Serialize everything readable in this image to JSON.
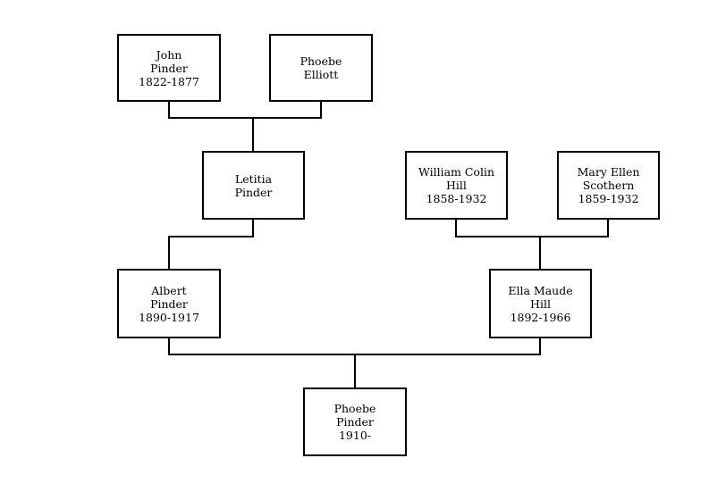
{
  "people": {
    "john": {
      "lines": [
        "John",
        "Pinder",
        "1822-1877"
      ]
    },
    "phoebe_elliott": {
      "lines": [
        "Phoebe",
        "Elliott"
      ]
    },
    "letitia": {
      "lines": [
        "Letitia",
        "Pinder"
      ]
    },
    "william": {
      "lines": [
        "William Colin",
        "Hill",
        "1858-1932"
      ]
    },
    "mary": {
      "lines": [
        "Mary Ellen",
        "Scothern",
        "1859-1932"
      ]
    },
    "albert": {
      "lines": [
        "Albert",
        "Pinder",
        "1890-1917"
      ]
    },
    "ella": {
      "lines": [
        "Ella Maude",
        "Hill",
        "1892-1966"
      ]
    },
    "phoebe_pinder": {
      "lines": [
        "Phoebe",
        "Pinder",
        "1910-"
      ]
    }
  },
  "colors": {
    "line": "#000000",
    "box_border": "#000000",
    "background": "#ffffff"
  }
}
